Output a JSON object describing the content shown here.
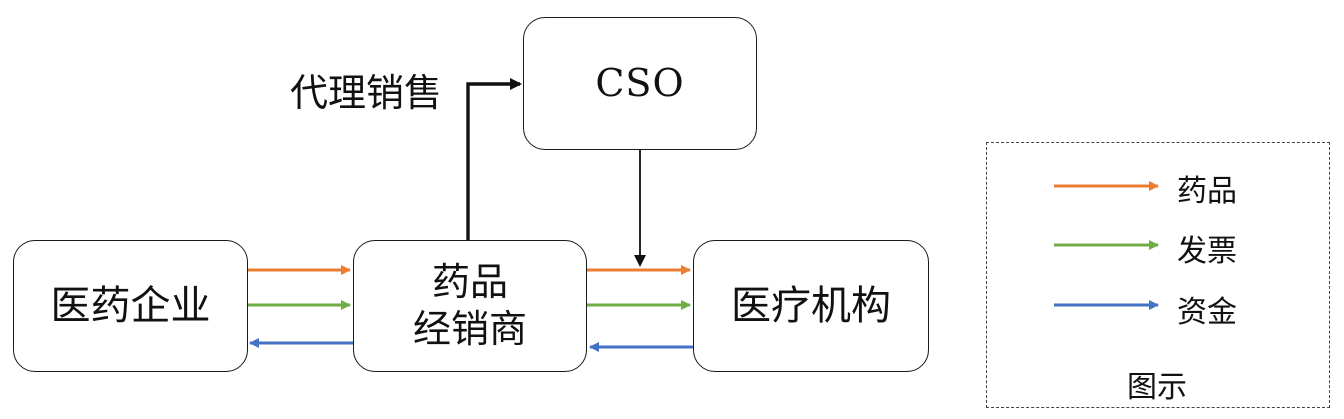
{
  "diagram": {
    "nodes": {
      "pharma_company": "医药企业",
      "distributor_line1": "药品",
      "distributor_line2": "经销商",
      "medical_institution": "医疗机构",
      "cso": "CSO"
    },
    "agency_sales_label": "代理销售",
    "flows": [
      {
        "from": "医药企业",
        "to": "药品经销商",
        "type": "药品"
      },
      {
        "from": "医药企业",
        "to": "药品经销商",
        "type": "发票"
      },
      {
        "from": "药品经销商",
        "to": "医药企业",
        "type": "资金"
      },
      {
        "from": "药品经销商",
        "to": "医疗机构",
        "type": "药品"
      },
      {
        "from": "药品经销商",
        "to": "医疗机构",
        "type": "发票"
      },
      {
        "from": "医疗机构",
        "to": "药品经销商",
        "type": "资金"
      },
      {
        "from": "药品经销商",
        "to": "CSO",
        "type": "代理销售"
      },
      {
        "from": "CSO",
        "to": "医疗机构",
        "type": ""
      }
    ]
  },
  "legend": {
    "title": "图示",
    "items": [
      {
        "label": "药品",
        "color": "#ed7d31"
      },
      {
        "label": "发票",
        "color": "#70ad47"
      },
      {
        "label": "资金",
        "color": "#4472c4"
      }
    ]
  },
  "colors": {
    "drug": "#ed7d31",
    "invoice": "#70ad47",
    "funds": "#4472c4",
    "line": "#111111"
  }
}
